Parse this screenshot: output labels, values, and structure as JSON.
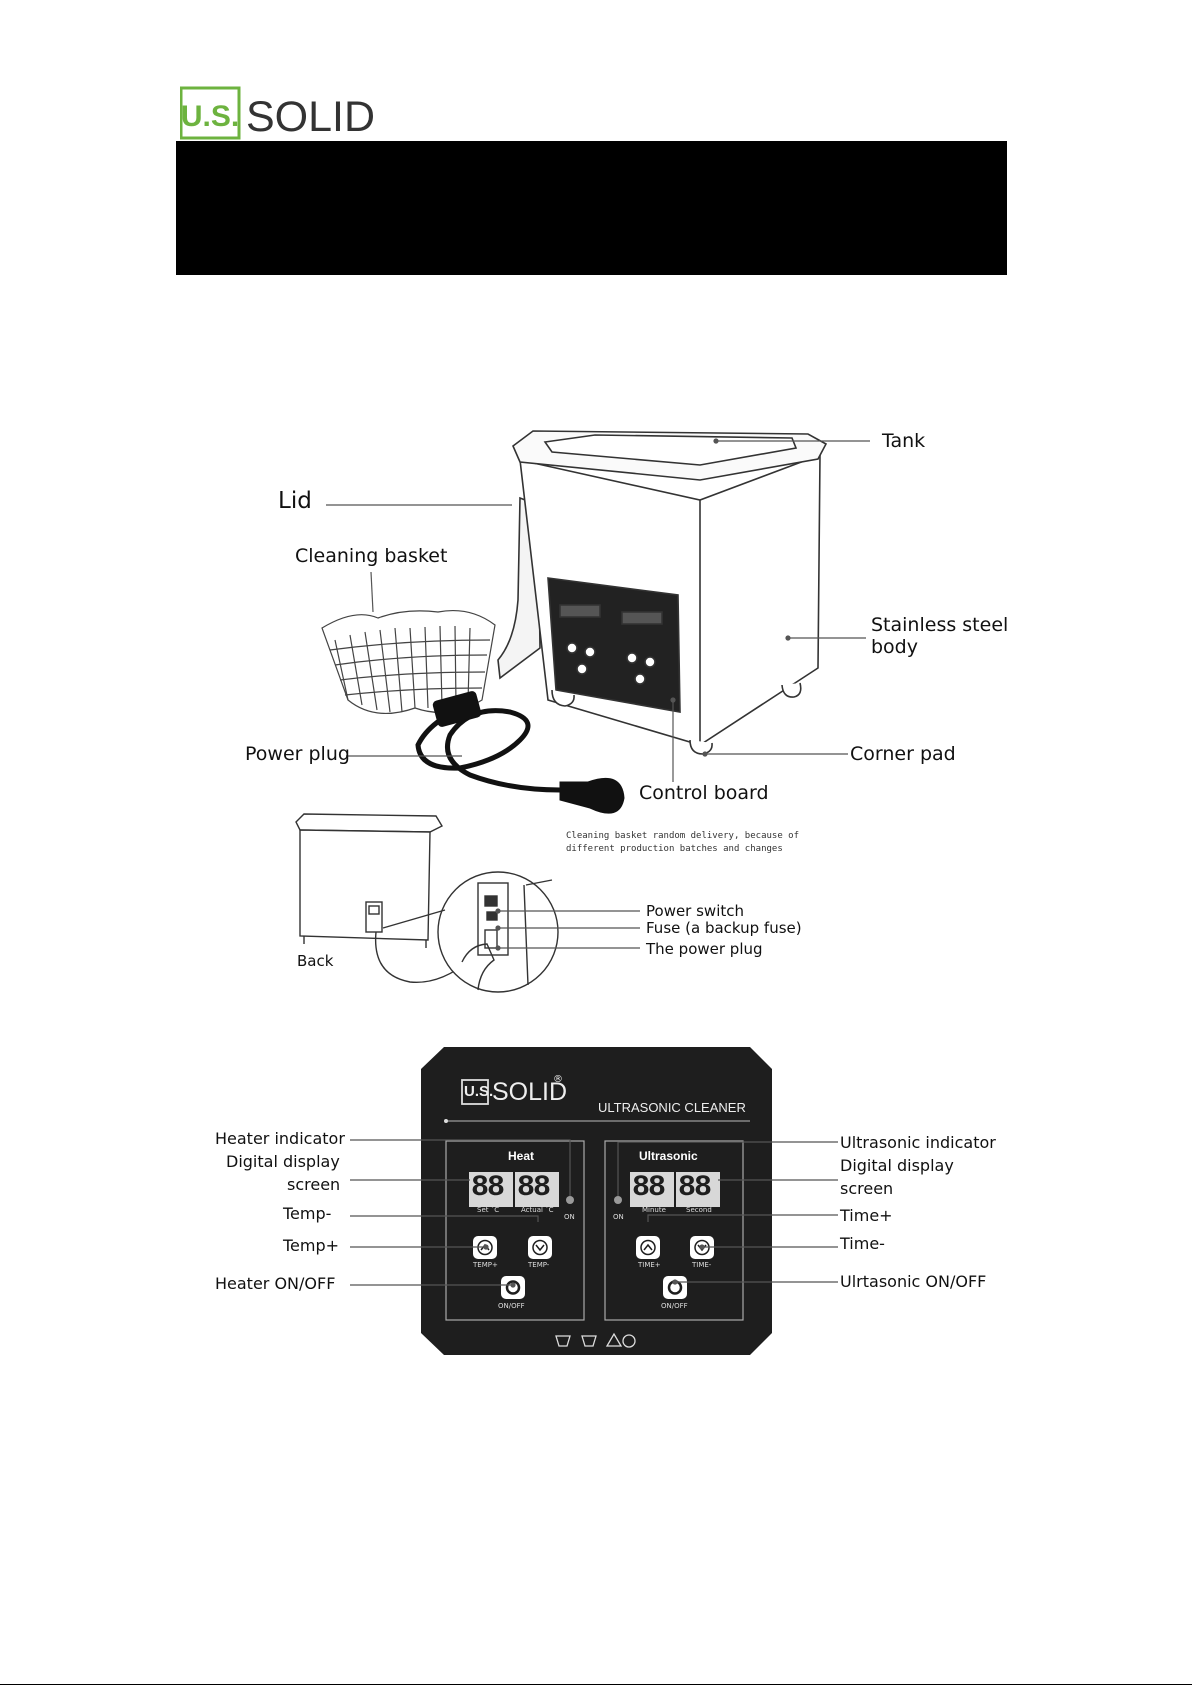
{
  "brand": {
    "prefix": "U.S.",
    "name": "SOLID"
  },
  "product_labels": {
    "tank": "Tank",
    "lid": "Lid",
    "basket": "Cleaning basket",
    "body_line1": "Stainless steel",
    "body_line2": "body",
    "plug": "Power plug",
    "corner": "Corner pad",
    "control": "Control board"
  },
  "note": {
    "line1": "Cleaning basket random delivery, because of",
    "line2": "different production batches and changes"
  },
  "back_labels": {
    "back": "Back",
    "switch": "Power switch",
    "fuse": "Fuse  (a backup fuse)",
    "plug": "The power plug"
  },
  "panel": {
    "brand_prefix": "U.S.",
    "brand_name": "SOLID",
    "registered": "®",
    "title": "ULTRASONIC CLEANER",
    "heat": {
      "title": "Heat",
      "digits": "88",
      "set": "Set  ˚C",
      "actual": "Actual  ˚C",
      "on": "ON",
      "plus": "TEMP+",
      "minus": "TEMP-",
      "onoff": "ON/OFF"
    },
    "ultra": {
      "title": "Ultrasonic",
      "digits": "88",
      "minute": "Minute",
      "second": "Second",
      "on": "ON",
      "plus": "TIME+",
      "minus": "TIME-",
      "onoff": "ON/OFF"
    }
  },
  "left_callouts": {
    "heater_indicator": "Heater indicator",
    "display_line1": "Digital display",
    "display_line2": "screen",
    "temp_minus": "Temp-",
    "temp_plus": "Temp+",
    "heater_onoff": "Heater ON/OFF"
  },
  "right_callouts": {
    "ultra_indicator": "Ultrasonic indicator",
    "display_line1": "Digital display",
    "display_line2": "screen",
    "time_plus": "Time+",
    "time_minus": "Time-",
    "ultra_onoff": "Ulrtasonic ON/OFF"
  },
  "colors": {
    "brand_green": "#6db33f",
    "panel": "#1e1e1e",
    "lcd": "#d8d8d8"
  }
}
